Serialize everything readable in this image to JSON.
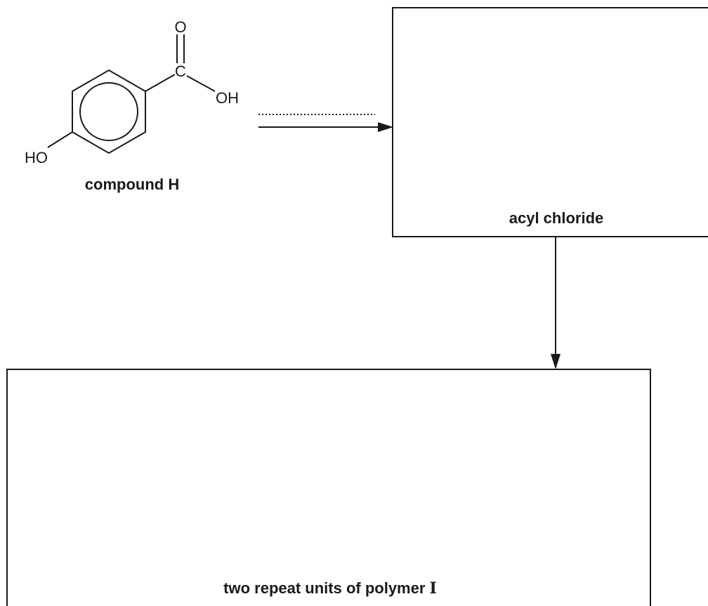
{
  "compound": {
    "label": "compound H",
    "atoms": {
      "carbonyl_o": "O",
      "carboxyl_c": "C",
      "hydroxyl_acid": "OH",
      "hydroxyl_phenol": "HO"
    }
  },
  "acyl_box": {
    "label": "acyl chloride"
  },
  "polymer_box": {
    "label_text": "two repeat units of polymer ",
    "label_id": "I"
  },
  "colors": {
    "ink": "#1a1a1a",
    "background": "#ffffff"
  }
}
